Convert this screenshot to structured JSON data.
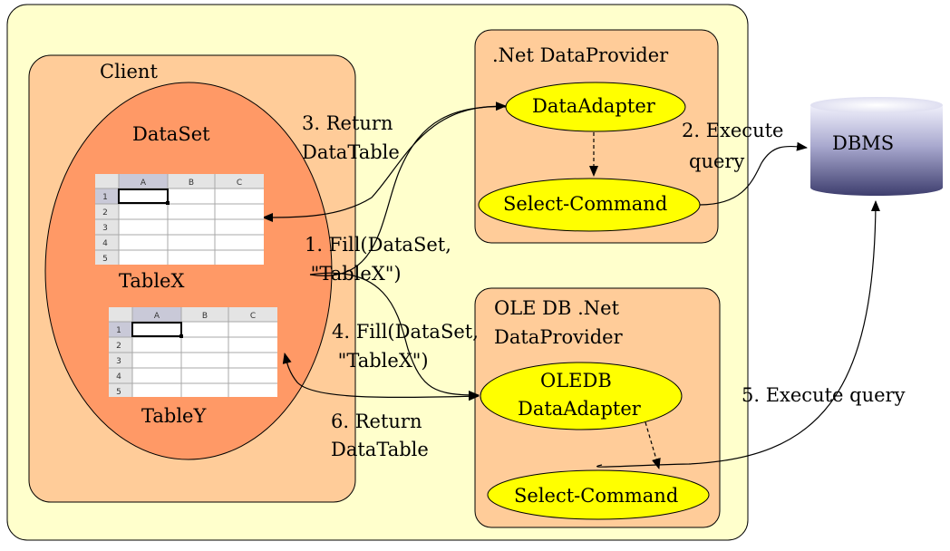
{
  "colors": {
    "background_panel": "#ffffcc",
    "box_fill": "#ffcc99",
    "dataset_fill": "#ff9966",
    "ellipse_fill": "#ffff00",
    "dbms_dark": "#4b4b7a",
    "dbms_light": "#f0f0fb"
  },
  "client": {
    "title": "Client",
    "dataset_label": "DataSet",
    "table_x_label": "TableX",
    "table_y_label": "TableY",
    "sheet_columns": [
      "A",
      "B",
      "C"
    ],
    "sheet_rows": [
      "1",
      "2",
      "3",
      "4",
      "5"
    ]
  },
  "net_provider": {
    "title": ".Net DataProvider",
    "adapter": "DataAdapter",
    "command": "Select-Command"
  },
  "oledb_provider": {
    "title_line1": "OLE DB .Net",
    "title_line2": "DataProvider",
    "adapter_line1": "OLEDB",
    "adapter_line2": "DataAdapter",
    "command": "Select-Command"
  },
  "dbms": {
    "label": "DBMS"
  },
  "steps": {
    "s1_line1": "1. Fill(DataSet,",
    "s1_line2": " \"TableX\")",
    "s2_line1": "2. Execute",
    "s2_line2": "query",
    "s3_line1": "3. Return",
    "s3_line2": "DataTable",
    "s4_line1": "4. Fill(DataSet,",
    "s4_line2": " \"TableX\")",
    "s5": "5. Execute query",
    "s6_line1": "6. Return",
    "s6_line2": "DataTable"
  }
}
